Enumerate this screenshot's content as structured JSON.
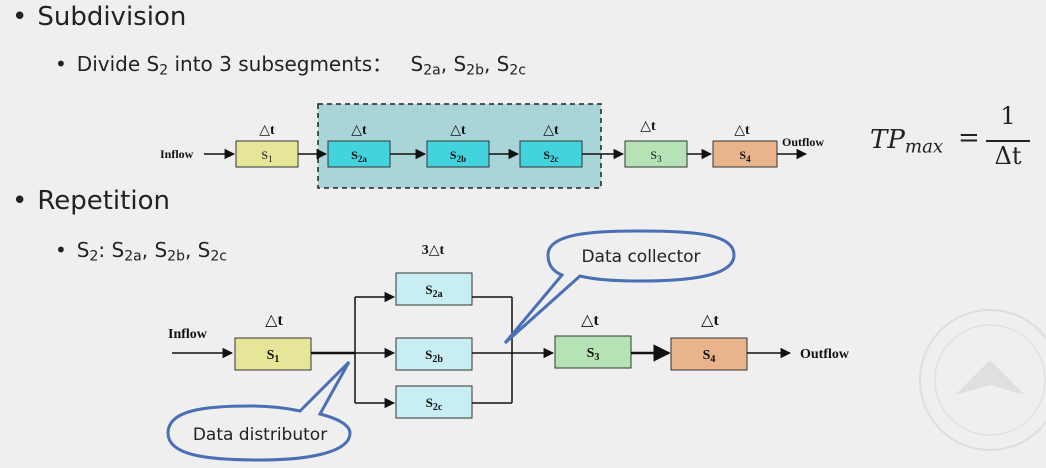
{
  "bullets": {
    "subdivision": "Subdivision",
    "subdivision_detail_prefix": "Divide S",
    "subdivision_detail_sub": "2",
    "subdivision_detail_mid": " into 3 subsegments：",
    "repetition": "Repetition",
    "repetition_detail_prefix": "S",
    "repetition_detail_sub": "2",
    "repetition_detail_mid": ": "
  },
  "segments_list": [
    {
      "base": "S",
      "sub": "2a"
    },
    {
      "base": "S",
      "sub": "2b"
    },
    {
      "base": "S",
      "sub": "2c"
    }
  ],
  "top_pipeline": {
    "inflow": "Inflow",
    "outflow": "Outflow",
    "time_label": "△t",
    "stages": [
      {
        "base": "S",
        "sub": "1"
      },
      {
        "base": "S",
        "sub": "2a"
      },
      {
        "base": "S",
        "sub": "2b"
      },
      {
        "base": "S",
        "sub": "2c"
      },
      {
        "base": "S",
        "sub": "3"
      },
      {
        "base": "S",
        "sub": "4"
      }
    ]
  },
  "formula": {
    "lhs": "TP",
    "lhs_sub": "max",
    "eq": "=",
    "numerator": "1",
    "denominator": "Δt"
  },
  "bottom_pipeline": {
    "inflow": "Inflow",
    "outflow": "Outflow",
    "time_label": "△t",
    "parallel_time_label": "3△t",
    "stages": [
      {
        "base": "S",
        "sub": "1"
      },
      {
        "base": "S",
        "sub": "2a"
      },
      {
        "base": "S",
        "sub": "2b"
      },
      {
        "base": "S",
        "sub": "2c"
      },
      {
        "base": "S",
        "sub": "3"
      },
      {
        "base": "S",
        "sub": "4"
      }
    ],
    "callouts": {
      "collector": "Data collector",
      "distributor": "Data distributor"
    }
  },
  "colors": {
    "s1": "#e6e698",
    "s2_top": "#43d3dc",
    "s2_bottom": "#c7eef2",
    "s3": "#b5e3b5",
    "s4": "#e9b48b",
    "group_bg": "#a9d5d9",
    "callout_stroke": "#4a6fb5"
  }
}
